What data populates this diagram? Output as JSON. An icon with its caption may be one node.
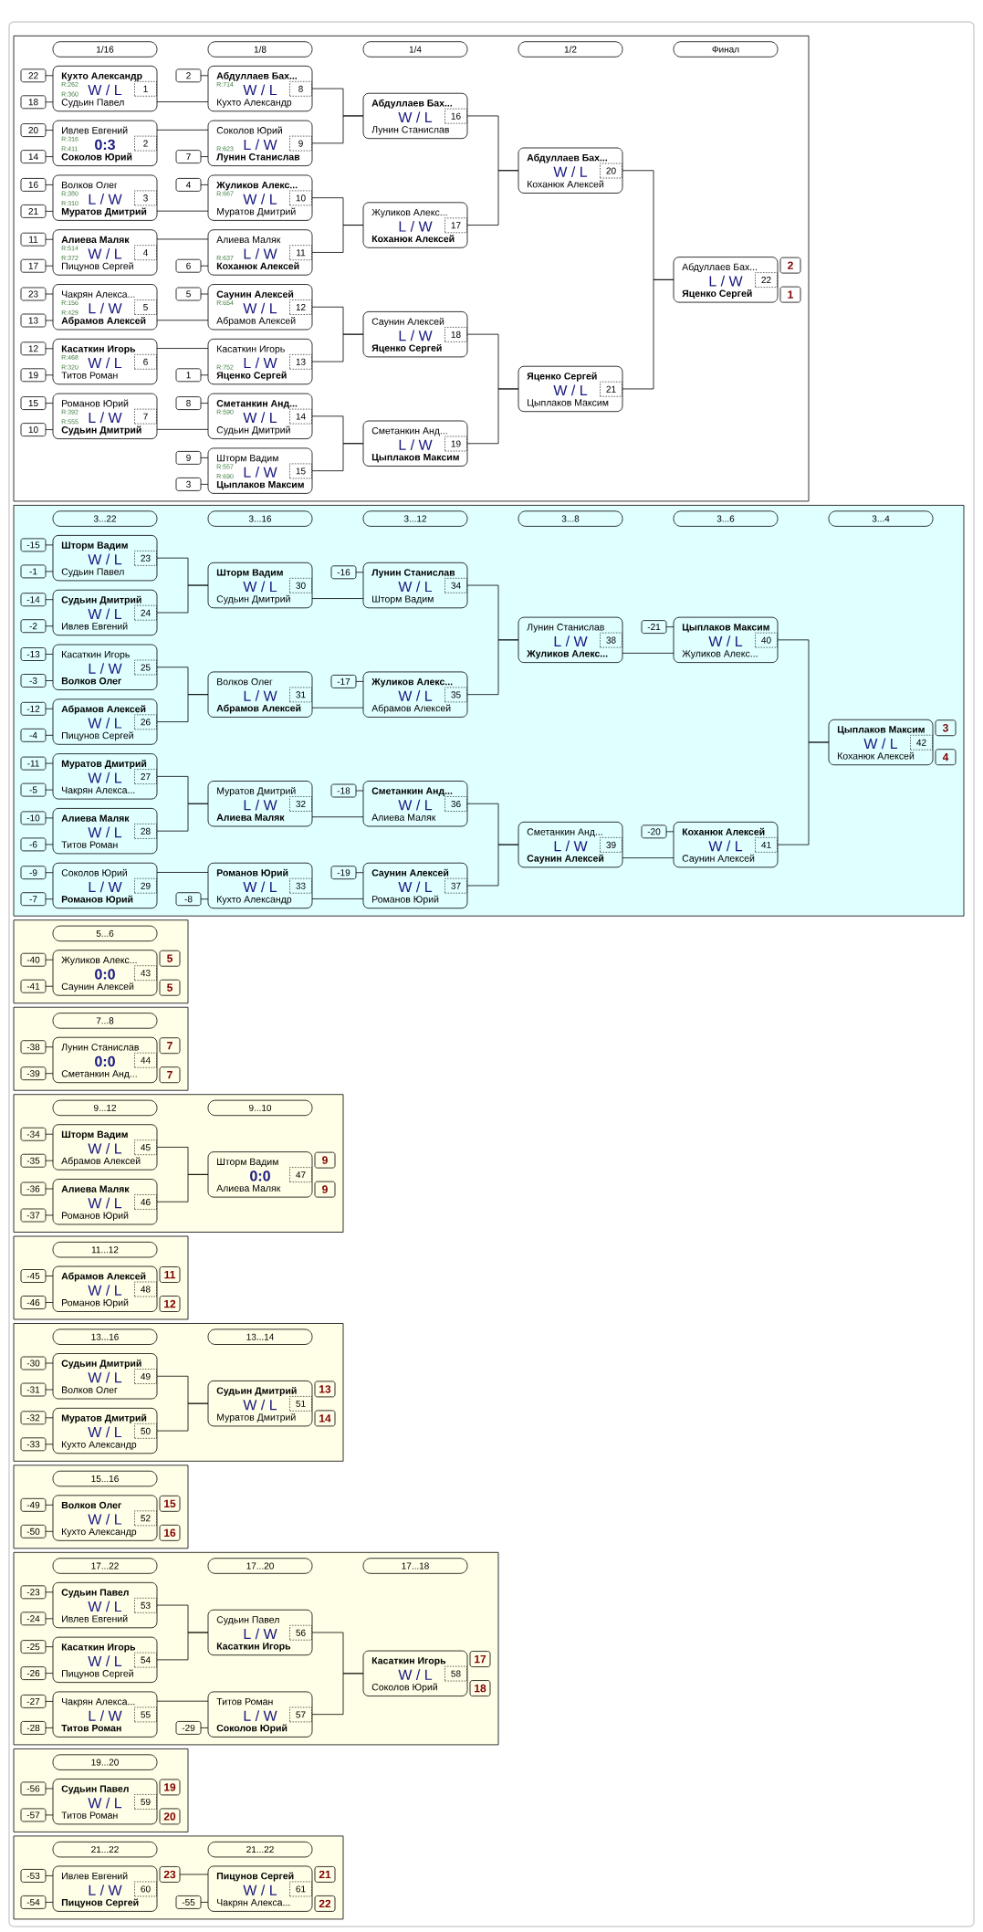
{
  "diagram": {
    "nodes": [
      {
        "text": [],
        "shape": "box"
      },
      {
        "text": [
          "1/16"
        ],
        "in": 0
      },
      {
        "text": [
          "1/8"
        ],
        "in": 0
      },
      {
        "text": [
          "1/4"
        ],
        "in": 0
      },
      {
        "text": [
          "1/2"
        ],
        "in": 0
      },
      {
        "text": [
          "Финал"
        ],
        "in": 0
      },
      {
        "text": [
          "22"
        ],
        "in": 0
      },
      {
        "text": [
          "18"
        ],
        "in": 0
      },
      {
        "text": [
          "Кухто Александр",
          "R:262",
          "R:360",
          "W / L",
          "Судьин Павел"
        ],
        "in": 0
      },
      {
        "text": [
          "1"
        ],
        "in": 8
      },
      {
        "text": [
          "20"
        ],
        "in": 0
      },
      {
        "text": [
          "14"
        ],
        "in": 0
      },
      {
        "text": [
          "Ивлев Евгений",
          "R:316",
          "R:411",
          "0:3",
          "Соколов Юрий"
        ],
        "in": 0
      },
      {
        "text": [
          "2"
        ],
        "in": 12
      },
      {
        "text": [
          "16"
        ],
        "in": 0
      },
      {
        "text": [
          "21"
        ],
        "in": 0
      },
      {
        "text": [
          "Волков Олег",
          "R:380",
          "R:310",
          "L / W",
          "Муратов Дмитрий"
        ],
        "in": 0
      },
      {
        "text": [
          "3"
        ],
        "in": 16
      },
      {
        "text": [
          "11"
        ],
        "in": 0
      },
      {
        "text": [
          "17"
        ],
        "in": 0
      },
      {
        "text": [
          "Алиева Маляк",
          "R:514",
          "R:372",
          "W / L",
          "Пицунов Сергей"
        ],
        "in": 0
      },
      {
        "text": [
          "4"
        ],
        "in": 20
      },
      {
        "text": [
          "23"
        ],
        "in": 0
      },
      {
        "text": [
          "13"
        ],
        "in": 0
      },
      {
        "text": [
          "Чакрян Алекса...",
          "R:156",
          "R:429",
          "L / W",
          "Абрамов Алексей"
        ],
        "in": 0
      },
      {
        "text": [
          "5"
        ],
        "in": 24
      },
      {
        "text": [
          "12"
        ],
        "in": 0
      },
      {
        "text": [
          "19"
        ],
        "in": 0
      },
      {
        "text": [
          "Касаткин Игорь",
          "R:468",
          "R:320",
          "W / L",
          "Титов Роман"
        ],
        "in": 0
      },
      {
        "text": [
          "6"
        ],
        "in": 28
      },
      {
        "text": [
          "15"
        ],
        "in": 0
      },
      {
        "text": [
          "10"
        ],
        "in": 0
      },
      {
        "text": [
          "Романов Юрий",
          "R:392",
          "R:555",
          "L / W",
          "Судьин Дмитрий"
        ],
        "in": 0
      },
      {
        "text": [
          "7"
        ],
        "in": 32
      },
      {
        "text": [
          "2"
        ],
        "in": 0
      },
      {
        "text": [
          "Абдуллаев Бах...",
          "R:714",
          "W / L",
          "Кухто Александр"
        ],
        "in": 0
      },
      {
        "text": [
          "8"
        ],
        "in": 35
      },
      {
        "text": [
          "7"
        ],
        "in": 0
      },
      {
        "text": [
          "Соколов Юрий",
          "R:623",
          "L / W",
          "Лунин Станислав"
        ],
        "in": 0
      },
      {
        "text": [
          "9"
        ],
        "in": 38
      },
      {
        "text": [
          "4"
        ],
        "in": 0
      },
      {
        "text": [
          "Жуликов Алекс...",
          "R:667",
          "W / L",
          "Муратов Дмитрий"
        ],
        "in": 0
      },
      {
        "text": [
          "10"
        ],
        "in": 41
      },
      {
        "text": [
          "6"
        ],
        "in": 0
      },
      {
        "text": [
          "Алиева Маляк",
          "R:637",
          "L / W",
          "Коханюк Алексей"
        ],
        "in": 0
      },
      {
        "text": [
          "11"
        ],
        "in": 44
      },
      {
        "text": [
          "5"
        ],
        "in": 0
      },
      {
        "text": [
          "Саунин Алексей",
          "R:654",
          "W / L",
          "Абрамов Алексей"
        ],
        "in": 0
      },
      {
        "text": [
          "12"
        ],
        "in": 47
      },
      {
        "text": [
          "1"
        ],
        "in": 0
      },
      {
        "text": [
          "Касаткин Игорь",
          "R:752",
          "L / W",
          "Яценко Сергей"
        ],
        "in": 0
      },
      {
        "text": [
          "13"
        ],
        "in": 50
      },
      {
        "text": [
          "8"
        ],
        "in": 0
      },
      {
        "text": [
          "Сметанкин Анд...",
          "R:590",
          "W / L",
          "Судьин Дмитрий"
        ],
        "in": 0
      },
      {
        "text": [
          "14"
        ],
        "in": 53
      },
      {
        "text": [
          "9"
        ],
        "in": 0
      },
      {
        "text": [
          "3"
        ],
        "in": 0
      },
      {
        "text": [
          "Шторм Вадим",
          "R:557",
          "R:690",
          "L / W",
          "Цыплаков Максим"
        ],
        "in": 0
      },
      {
        "text": [
          "15"
        ],
        "in": 57
      },
      {
        "text": [
          "Абдуллаев Бах...",
          "W / L",
          "Лунин Станислав"
        ],
        "in": 0
      },
      {
        "text": [
          "16"
        ],
        "in": 59
      },
      {
        "text": [
          "Жуликов Алекс...",
          "L / W",
          "Коханюк Алексей"
        ],
        "in": 0
      },
      {
        "text": [
          "17"
        ],
        "in": 61
      },
      {
        "text": [
          "Саунин Алексей",
          "L / W",
          "Яценко Сергей"
        ],
        "in": 0
      },
      {
        "text": [
          "18"
        ],
        "in": 63
      },
      {
        "text": [
          "Сметанкин Анд...",
          "L / W",
          "Цыплаков Максим"
        ],
        "in": 0
      },
      {
        "text": [
          "19"
        ],
        "in": 65
      },
      {
        "text": [
          "Абдуллаев Бах...",
          "W / L",
          "Коханюк Алексей"
        ],
        "in": 0
      },
      {
        "text": [
          "20"
        ],
        "in": 67
      },
      {
        "text": [
          "Яценко Сергей",
          "W / L",
          "Цыплаков Максим"
        ],
        "in": 0
      },
      {
        "text": [
          "21"
        ],
        "in": 69
      },
      {
        "text": [
          "Абдуллаев Бах...",
          "L / W",
          "Яценко Сергей"
        ],
        "in": 0
      },
      {
        "text": [
          "22"
        ],
        "in": 71
      },
      {
        "text": [
          "2"
        ],
        "in": 0
      },
      {
        "text": [
          "1"
        ],
        "in": 0
      },
      {
        "text": [],
        "shape": "box"
      },
      {
        "text": [
          "3...22"
        ],
        "in": 75
      },
      {
        "text": [
          "3...16"
        ],
        "in": 75
      },
      {
        "text": [
          "3...12"
        ],
        "in": 75
      },
      {
        "text": [
          "3...8"
        ],
        "in": 75
      },
      {
        "text": [
          "3...6"
        ],
        "in": 75
      },
      {
        "text": [
          "3...4"
        ],
        "in": 75
      },
      {
        "text": [
          "-15"
        ],
        "in": 75
      },
      {
        "text": [
          "-1"
        ],
        "in": 75
      },
      {
        "text": [
          "Шторм Вадим",
          "W / L",
          "Судьин Павел"
        ],
        "in": 75
      },
      {
        "text": [
          "23"
        ],
        "in": 84
      },
      {
        "text": [
          "-14"
        ],
        "in": 75
      },
      {
        "text": [
          "-2"
        ],
        "in": 75
      },
      {
        "text": [
          "Судьин Дмитрий",
          "W / L",
          "Ивлев Евгений"
        ],
        "in": 75
      },
      {
        "text": [
          "24"
        ],
        "in": 88
      },
      {
        "text": [
          "-13"
        ],
        "in": 75
      },
      {
        "text": [
          "-3"
        ],
        "in": 75
      },
      {
        "text": [
          "Касаткин Игорь",
          "L / W",
          "Волков Олег"
        ],
        "in": 75
      },
      {
        "text": [
          "25"
        ],
        "in": 92
      },
      {
        "text": [
          "-12"
        ],
        "in": 75
      },
      {
        "text": [
          "-4"
        ],
        "in": 75
      },
      {
        "text": [
          "Абрамов Алексей",
          "W / L",
          "Пицунов Сергей"
        ],
        "in": 75
      },
      {
        "text": [
          "26"
        ],
        "in": 96
      },
      {
        "text": [
          "-11"
        ],
        "in": 75
      },
      {
        "text": [
          "-5"
        ],
        "in": 75
      },
      {
        "text": [
          "Муратов Дмитрий",
          "W / L",
          "Чакрян Алекса..."
        ],
        "in": 75
      },
      {
        "text": [
          "27"
        ],
        "in": 100
      },
      {
        "text": [
          "-10"
        ],
        "in": 75
      },
      {
        "text": [
          "-6"
        ],
        "in": 75
      },
      {
        "text": [
          "Алиева Маляк",
          "W / L",
          "Титов Роман"
        ],
        "in": 75
      },
      {
        "text": [
          "28"
        ],
        "in": 104
      },
      {
        "text": [
          "-9"
        ],
        "in": 75
      },
      {
        "text": [
          "-7"
        ],
        "in": 75
      },
      {
        "text": [
          "Соколов Юрий",
          "L / W",
          "Романов Юрий"
        ],
        "in": 75
      },
      {
        "text": [
          "29"
        ],
        "in": 108
      },
      {
        "text": [
          "Шторм Вадим",
          "W / L",
          "Судьин Дмитрий"
        ],
        "in": 75
      },
      {
        "text": [
          "30"
        ],
        "in": 110
      },
      {
        "text": [
          "Волков Олег",
          "L / W",
          "Абрамов Алексей"
        ],
        "in": 75
      },
      {
        "text": [
          "31"
        ],
        "in": 112
      },
      {
        "text": [
          "Муратов Дмитрий",
          "L / W",
          "Алиева Маляк"
        ],
        "in": 75
      },
      {
        "text": [
          "32"
        ],
        "in": 114
      },
      {
        "text": [
          "-8"
        ],
        "in": 75
      },
      {
        "text": [
          "Романов Юрий",
          "W / L",
          "Кухто Александр"
        ],
        "in": 75
      },
      {
        "text": [
          "33"
        ],
        "in": 117
      },
      {
        "text": [
          "-16"
        ],
        "in": 75
      },
      {
        "text": [
          "Лунин Станислав",
          "W / L",
          "Шторм Вадим"
        ],
        "in": 75
      },
      {
        "text": [
          "34"
        ],
        "in": 120
      },
      {
        "text": [
          "-17"
        ],
        "in": 75
      },
      {
        "text": [
          "Жуликов Алекс...",
          "W / L",
          "Абрамов Алексей"
        ],
        "in": 75
      },
      {
        "text": [
          "35"
        ],
        "in": 123
      },
      {
        "text": [
          "-18"
        ],
        "in": 75
      },
      {
        "text": [
          "Сметанкин Анд...",
          "W / L",
          "Алиева Маляк"
        ],
        "in": 75
      },
      {
        "text": [
          "36"
        ],
        "in": 126
      },
      {
        "text": [
          "-19"
        ],
        "in": 75
      },
      {
        "text": [
          "Саунин Алексей",
          "W / L",
          "Романов Юрий"
        ],
        "in": 75
      },
      {
        "text": [
          "37"
        ],
        "in": 129
      },
      {
        "text": [
          "Лунин Станислав",
          "L / W",
          "Жуликов Алекс..."
        ],
        "in": 75
      },
      {
        "text": [
          "38"
        ],
        "in": 131
      },
      {
        "text": [
          "Сметанкин Анд...",
          "L / W",
          "Саунин Алексей"
        ],
        "in": 75
      },
      {
        "text": [
          "39"
        ],
        "in": 133
      },
      {
        "text": [
          "-21"
        ],
        "in": 75
      },
      {
        "text": [
          "Цыплаков Максим",
          "W / L",
          "Жуликов Алекс..."
        ],
        "in": 75
      },
      {
        "text": [
          "40"
        ],
        "in": 136
      },
      {
        "text": [
          "-20"
        ],
        "in": 75
      },
      {
        "text": [
          "Коханюк Алексей",
          "W / L",
          "Саунин Алексей"
        ],
        "in": 75
      },
      {
        "text": [
          "41"
        ],
        "in": 139
      },
      {
        "text": [
          "Цыплаков Максим",
          "W / L",
          "Коханюк Алексей"
        ],
        "in": 75
      },
      {
        "text": [
          "42"
        ],
        "in": 141
      },
      {
        "text": [
          "3"
        ],
        "in": 75
      },
      {
        "text": [
          "4"
        ],
        "in": 75
      },
      {
        "text": [],
        "shape": "box"
      },
      {
        "text": [
          "5...6"
        ],
        "in": 145
      },
      {
        "text": [
          "-40"
        ],
        "in": 145
      },
      {
        "text": [
          "-41"
        ],
        "in": 145
      },
      {
        "text": [
          "Жуликов Алекс...",
          "0:0",
          "Саунин Алексей"
        ],
        "in": 145
      },
      {
        "text": [
          "43"
        ],
        "in": 149
      },
      {
        "text": [
          "5"
        ],
        "in": 145
      },
      {
        "text": [
          "5"
        ],
        "in": 145
      },
      {
        "text": [],
        "shape": "box"
      },
      {
        "text": [
          "7...8"
        ],
        "in": 153
      },
      {
        "text": [
          "-38"
        ],
        "in": 153
      },
      {
        "text": [
          "-39"
        ],
        "in": 153
      },
      {
        "text": [
          "Лунин Станислав",
          "0:0",
          "Сметанкин Анд..."
        ],
        "in": 153
      },
      {
        "text": [
          "44"
        ],
        "in": 157
      },
      {
        "text": [
          "7"
        ],
        "in": 153
      },
      {
        "text": [
          "7"
        ],
        "in": 153
      },
      {
        "text": [],
        "shape": "box"
      },
      {
        "text": [
          "9...12"
        ],
        "in": 161
      },
      {
        "text": [
          "9...10"
        ],
        "in": 161
      },
      {
        "text": [
          "-34"
        ],
        "in": 161
      },
      {
        "text": [
          "-35"
        ],
        "in": 161
      },
      {
        "text": [
          "Шторм Вадим",
          "W / L",
          "Абрамов Алексей"
        ],
        "in": 161
      },
      {
        "text": [
          "45"
        ],
        "in": 166
      },
      {
        "text": [
          "-36"
        ],
        "in": 161
      },
      {
        "text": [
          "-37"
        ],
        "in": 161
      },
      {
        "text": [
          "Алиева Маляк",
          "W / L",
          "Романов Юрий"
        ],
        "in": 161
      },
      {
        "text": [
          "46"
        ],
        "in": 170
      },
      {
        "text": [
          "Шторм Вадим",
          "0:0",
          "Алиева Маляк"
        ],
        "in": 161
      },
      {
        "text": [
          "47"
        ],
        "in": 172
      },
      {
        "text": [
          "9"
        ],
        "in": 161
      },
      {
        "text": [
          "9"
        ],
        "in": 161
      },
      {
        "text": [],
        "shape": "box"
      },
      {
        "text": [
          "11...12"
        ],
        "in": 176
      },
      {
        "text": [
          "-45"
        ],
        "in": 176
      },
      {
        "text": [
          "-46"
        ],
        "in": 176
      },
      {
        "text": [
          "Абрамов Алексей",
          "W / L",
          "Романов Юрий"
        ],
        "in": 176
      },
      {
        "text": [
          "48"
        ],
        "in": 180
      },
      {
        "text": [
          "11"
        ],
        "in": 176
      },
      {
        "text": [
          "12"
        ],
        "in": 176
      },
      {
        "text": [],
        "shape": "box"
      },
      {
        "text": [
          "13...16"
        ],
        "in": 184
      },
      {
        "text": [
          "13...14"
        ],
        "in": 184
      },
      {
        "text": [
          "-30"
        ],
        "in": 184
      },
      {
        "text": [
          "-31"
        ],
        "in": 184
      },
      {
        "text": [
          "Судьин Дмитрий",
          "W / L",
          "Волков Олег"
        ],
        "in": 184
      },
      {
        "text": [
          "49"
        ],
        "in": 189
      },
      {
        "text": [
          "-32"
        ],
        "in": 184
      },
      {
        "text": [
          "-33"
        ],
        "in": 184
      },
      {
        "text": [
          "Муратов Дмитрий",
          "W / L",
          "Кухто Александр"
        ],
        "in": 184
      },
      {
        "text": [
          "50"
        ],
        "in": 193
      },
      {
        "text": [
          "Судьин Дмитрий",
          "W / L",
          "Муратов Дмитрий"
        ],
        "in": 184
      },
      {
        "text": [
          "51"
        ],
        "in": 195
      },
      {
        "text": [
          "13"
        ],
        "in": 184
      },
      {
        "text": [
          "14"
        ],
        "in": 184
      },
      {
        "text": [],
        "shape": "box"
      },
      {
        "text": [
          "15...16"
        ],
        "in": 199
      },
      {
        "text": [
          "-49"
        ],
        "in": 199
      },
      {
        "text": [
          "-50"
        ],
        "in": 199
      },
      {
        "text": [
          "Волков Олег",
          "W / L",
          "Кухто Александр"
        ],
        "in": 199
      },
      {
        "text": [
          "52"
        ],
        "in": 203
      },
      {
        "text": [
          "15"
        ],
        "in": 199
      },
      {
        "text": [
          "16"
        ],
        "in": 199
      },
      {
        "text": [],
        "shape": "box"
      },
      {
        "text": [
          "17...22"
        ],
        "in": 207
      },
      {
        "text": [
          "17...20"
        ],
        "in": 207
      },
      {
        "text": [
          "17...18"
        ],
        "in": 207
      },
      {
        "text": [
          "-23"
        ],
        "in": 207
      },
      {
        "text": [
          "-24"
        ],
        "in": 207
      },
      {
        "text": [
          "Судьин Павел",
          "W / L",
          "Ивлев Евгений"
        ],
        "in": 207
      },
      {
        "text": [
          "53"
        ],
        "in": 213
      },
      {
        "text": [
          "-25"
        ],
        "in": 207
      },
      {
        "text": [
          "-26"
        ],
        "in": 207
      },
      {
        "text": [
          "Касаткин Игорь",
          "W / L",
          "Пицунов Сергей"
        ],
        "in": 207
      },
      {
        "text": [
          "54"
        ],
        "in": 217
      },
      {
        "text": [
          "-27"
        ],
        "in": 207
      },
      {
        "text": [
          "-28"
        ],
        "in": 207
      },
      {
        "text": [
          "Чакрян Алекса...",
          "L / W",
          "Титов Роман"
        ],
        "in": 207
      },
      {
        "text": [
          "55"
        ],
        "in": 221
      },
      {
        "text": [
          "Судьин Павел",
          "L / W",
          "Касаткин Игорь"
        ],
        "in": 207
      },
      {
        "text": [
          "56"
        ],
        "in": 223
      },
      {
        "text": [
          "-29"
        ],
        "in": 207
      },
      {
        "text": [
          "Титов Роман",
          "L / W",
          "Соколов Юрий"
        ],
        "in": 207
      },
      {
        "text": [
          "57"
        ],
        "in": 226
      },
      {
        "text": [
          "Касаткин Игорь",
          "W / L",
          "Соколов Юрий"
        ],
        "in": 207
      },
      {
        "text": [
          "58"
        ],
        "in": 228
      },
      {
        "text": [
          "17"
        ],
        "in": 207
      },
      {
        "text": [
          "18"
        ],
        "in": 207
      },
      {
        "text": [],
        "shape": "box"
      },
      {
        "text": [
          "19...20"
        ],
        "in": 232
      },
      {
        "text": [
          "-56"
        ],
        "in": 232
      },
      {
        "text": [
          "-57"
        ],
        "in": 232
      },
      {
        "text": [
          "Судьин Павел",
          "W / L",
          "Титов Роман"
        ],
        "in": 232
      },
      {
        "text": [
          "59"
        ],
        "in": 236
      },
      {
        "text": [
          "19"
        ],
        "in": 232
      },
      {
        "text": [
          "20"
        ],
        "in": 232
      },
      {
        "text": [],
        "shape": "box"
      },
      {
        "text": [
          "21...22"
        ],
        "in": 240
      },
      {
        "text": [
          "21...22"
        ],
        "in": 240
      },
      {
        "text": [
          "-53"
        ],
        "in": 240
      },
      {
        "text": [
          "-54"
        ],
        "in": 240
      },
      {
        "text": [
          "Ивлев Евгений",
          "L / W",
          "Пицунов Сергей"
        ],
        "in": 240
      },
      {
        "text": [
          "60"
        ],
        "in": 245
      },
      {
        "text": [
          "23"
        ],
        "in": 240
      },
      {
        "text": [
          "-55"
        ],
        "in": 240
      },
      {
        "text": [
          "Пицунов Сергей",
          "W / L",
          "Чакрян Алекса..."
        ],
        "in": 240
      },
      {
        "text": [
          "61"
        ],
        "in": 249
      },
      {
        "text": [
          "21"
        ],
        "in": 240
      },
      {
        "text": [
          "22"
        ],
        "in": 240
      }
    ],
    "edges": [
      {
        "from": 6,
        "to": 8,
        "arrow": "none"
      },
      {
        "from": 7,
        "to": 8,
        "arrow": "none"
      },
      {
        "from": 10,
        "to": 12,
        "arrow": "none"
      },
      {
        "from": 11,
        "to": 12,
        "arrow": "none"
      },
      {
        "from": 14,
        "to": 16,
        "arrow": "none"
      },
      {
        "from": 15,
        "to": 16,
        "arrow": "none"
      },
      {
        "from": 18,
        "to": 20,
        "arrow": "none"
      },
      {
        "from": 19,
        "to": 20,
        "arrow": "none"
      },
      {
        "from": 22,
        "to": 24,
        "arrow": "none"
      },
      {
        "from": 23,
        "to": 24,
        "arrow": "none"
      },
      {
        "from": 26,
        "to": 28,
        "arrow": "none"
      },
      {
        "from": 27,
        "to": 28,
        "arrow": "none"
      },
      {
        "from": 30,
        "to": 32,
        "arrow": "none"
      },
      {
        "from": 31,
        "to": 32,
        "arrow": "none"
      },
      {
        "from": 34,
        "to": 35,
        "arrow": "none"
      },
      {
        "from": 37,
        "to": 38,
        "arrow": "none"
      },
      {
        "from": 40,
        "to": 41,
        "arrow": "none"
      },
      {
        "from": 43,
        "to": 44,
        "arrow": "none"
      },
      {
        "from": 46,
        "to": 47,
        "arrow": "none"
      },
      {
        "from": 49,
        "to": 50,
        "arrow": "none"
      },
      {
        "from": 52,
        "to": 53,
        "arrow": "none"
      },
      {
        "from": 55,
        "to": 57,
        "arrow": "none"
      },
      {
        "from": 56,
        "to": 57,
        "arrow": "none"
      },
      {
        "from": 82,
        "to": 84,
        "arrow": "none"
      },
      {
        "from": 83,
        "to": 84,
        "arrow": "none"
      },
      {
        "from": 86,
        "to": 88,
        "arrow": "none"
      },
      {
        "from": 87,
        "to": 88,
        "arrow": "none"
      },
      {
        "from": 90,
        "to": 92,
        "arrow": "none"
      },
      {
        "from": 91,
        "to": 92,
        "arrow": "none"
      },
      {
        "from": 94,
        "to": 96,
        "arrow": "none"
      },
      {
        "from": 95,
        "to": 96,
        "arrow": "none"
      },
      {
        "from": 98,
        "to": 100,
        "arrow": "none"
      },
      {
        "from": 99,
        "to": 100,
        "arrow": "none"
      },
      {
        "from": 102,
        "to": 104,
        "arrow": "none"
      },
      {
        "from": 103,
        "to": 104,
        "arrow": "none"
      },
      {
        "from": 106,
        "to": 108,
        "arrow": "none"
      },
      {
        "from": 107,
        "to": 108,
        "arrow": "none"
      },
      {
        "from": 116,
        "to": 117,
        "arrow": "none"
      },
      {
        "from": 119,
        "to": 120,
        "arrow": "none"
      },
      {
        "from": 122,
        "to": 123,
        "arrow": "none"
      },
      {
        "from": 125,
        "to": 126,
        "arrow": "none"
      },
      {
        "from": 128,
        "to": 129,
        "arrow": "none"
      },
      {
        "from": 135,
        "to": 136,
        "arrow": "none"
      },
      {
        "from": 138,
        "to": 139,
        "arrow": "none"
      },
      {
        "from": 147,
        "to": 149,
        "arrow": "none"
      },
      {
        "from": 148,
        "to": 149,
        "arrow": "none"
      },
      {
        "from": 155,
        "to": 157,
        "arrow": "none"
      },
      {
        "from": 156,
        "to": 157,
        "arrow": "none"
      },
      {
        "from": 164,
        "to": 166,
        "arrow": "none"
      },
      {
        "from": 165,
        "to": 166,
        "arrow": "none"
      },
      {
        "from": 168,
        "to": 170,
        "arrow": "none"
      },
      {
        "from": 169,
        "to": 170,
        "arrow": "none"
      },
      {
        "from": 178,
        "to": 180,
        "arrow": "none"
      },
      {
        "from": 179,
        "to": 180,
        "arrow": "none"
      },
      {
        "from": 187,
        "to": 189,
        "arrow": "none"
      },
      {
        "from": 188,
        "to": 189,
        "arrow": "none"
      },
      {
        "from": 191,
        "to": 193,
        "arrow": "none"
      },
      {
        "from": 192,
        "to": 193,
        "arrow": "none"
      },
      {
        "from": 201,
        "to": 203,
        "arrow": "none"
      },
      {
        "from": 202,
        "to": 203,
        "arrow": "none"
      },
      {
        "from": 211,
        "to": 213,
        "arrow": "none"
      },
      {
        "from": 212,
        "to": 213,
        "arrow": "none"
      },
      {
        "from": 215,
        "to": 217,
        "arrow": "none"
      },
      {
        "from": 216,
        "to": 217,
        "arrow": "none"
      },
      {
        "from": 219,
        "to": 221,
        "arrow": "none"
      },
      {
        "from": 220,
        "to": 221,
        "arrow": "none"
      },
      {
        "from": 225,
        "to": 226,
        "arrow": "none"
      },
      {
        "from": 234,
        "to": 236,
        "arrow": "none"
      },
      {
        "from": 235,
        "to": 236,
        "arrow": "none"
      },
      {
        "from": 243,
        "to": 245,
        "arrow": "none"
      },
      {
        "from": 244,
        "to": 245,
        "arrow": "none"
      },
      {
        "from": 248,
        "to": 249,
        "arrow": "none"
      },
      {
        "from": 8,
        "to": 35,
        "arrow": "none"
      },
      {
        "from": 12,
        "to": 38,
        "arrow": "none"
      },
      {
        "from": 16,
        "to": 41,
        "arrow": "none"
      },
      {
        "from": 20,
        "to": 44,
        "arrow": "none"
      },
      {
        "from": 24,
        "to": 47,
        "arrow": "none"
      },
      {
        "from": 28,
        "to": 50,
        "arrow": "none"
      },
      {
        "from": 32,
        "to": 53,
        "arrow": "none"
      },
      {
        "from": 35,
        "to": 59,
        "arrow": "none"
      },
      {
        "from": 38,
        "to": 59,
        "arrow": "none"
      },
      {
        "from": 41,
        "to": 61,
        "arrow": "none"
      },
      {
        "from": 44,
        "to": 61,
        "arrow": "none"
      },
      {
        "from": 47,
        "to": 63,
        "arrow": "none"
      },
      {
        "from": 50,
        "to": 63,
        "arrow": "none"
      },
      {
        "from": 53,
        "to": 65,
        "arrow": "none"
      },
      {
        "from": 57,
        "to": 65,
        "arrow": "none"
      },
      {
        "from": 59,
        "to": 67,
        "arrow": "none"
      },
      {
        "from": 61,
        "to": 67,
        "arrow": "none"
      },
      {
        "from": 63,
        "to": 69,
        "arrow": "none"
      },
      {
        "from": 65,
        "to": 69,
        "arrow": "none"
      },
      {
        "from": 67,
        "to": 71,
        "arrow": "none"
      },
      {
        "from": 69,
        "to": 71,
        "arrow": "none"
      },
      {
        "from": 84,
        "to": 110,
        "arrow": "none"
      },
      {
        "from": 88,
        "to": 110,
        "arrow": "none"
      },
      {
        "from": 92,
        "to": 112,
        "arrow": "none"
      },
      {
        "from": 96,
        "to": 112,
        "arrow": "none"
      },
      {
        "from": 100,
        "to": 114,
        "arrow": "none"
      },
      {
        "from": 104,
        "to": 114,
        "arrow": "none"
      },
      {
        "from": 108,
        "to": 117,
        "arrow": "none"
      },
      {
        "from": 110,
        "to": 120,
        "arrow": "none"
      },
      {
        "from": 112,
        "to": 123,
        "arrow": "none"
      },
      {
        "from": 114,
        "to": 126,
        "arrow": "none"
      },
      {
        "from": 117,
        "to": 129,
        "arrow": "none"
      },
      {
        "from": 120,
        "to": 131,
        "arrow": "none"
      },
      {
        "from": 123,
        "to": 131,
        "arrow": "none"
      },
      {
        "from": 126,
        "to": 133,
        "arrow": "none"
      },
      {
        "from": 129,
        "to": 133,
        "arrow": "none"
      },
      {
        "from": 131,
        "to": 136,
        "arrow": "none"
      },
      {
        "from": 133,
        "to": 139,
        "arrow": "none"
      },
      {
        "from": 136,
        "to": 141,
        "arrow": "none"
      },
      {
        "from": 139,
        "to": 141,
        "arrow": "none"
      },
      {
        "from": 166,
        "to": 172,
        "arrow": "none"
      },
      {
        "from": 170,
        "to": 172,
        "arrow": "none"
      },
      {
        "from": 189,
        "to": 195,
        "arrow": "none"
      },
      {
        "from": 193,
        "to": 195,
        "arrow": "none"
      },
      {
        "from": 213,
        "to": 223,
        "arrow": "none"
      },
      {
        "from": 217,
        "to": 223,
        "arrow": "none"
      },
      {
        "from": 221,
        "to": 226,
        "arrow": "none"
      },
      {
        "from": 223,
        "to": 228,
        "arrow": "none"
      },
      {
        "from": 226,
        "to": 228,
        "arrow": "none"
      },
      {
        "from": 247,
        "to": 249,
        "arrow": "none"
      }
    ]
  }
}
